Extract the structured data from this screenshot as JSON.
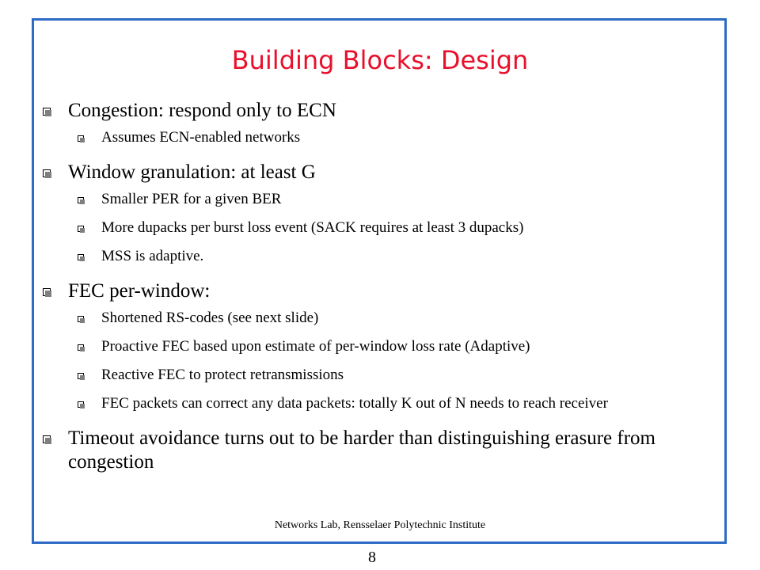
{
  "slide": {
    "title": "Building Blocks: Design",
    "bullets": [
      {
        "text": "Congestion: respond only to ECN",
        "subs": [
          "Assumes ECN-enabled networks"
        ]
      },
      {
        "text": "Window granulation: at least G",
        "subs": [
          "Smaller PER for a given BER",
          "More dupacks per burst loss event (SACK requires at least 3 dupacks)",
          "MSS is adaptive."
        ]
      },
      {
        "text": "FEC per-window:",
        "subs": [
          "Shortened RS-codes (see next slide)",
          "Proactive FEC based upon estimate of per-window loss rate (Adaptive)",
          "Reactive FEC to protect retransmissions",
          "FEC packets can correct any data packets: totally K out of N needs to reach receiver"
        ]
      },
      {
        "text": "Timeout avoidance turns out to be harder than distinguishing erasure from congestion",
        "subs": []
      }
    ],
    "footer": "Networks Lab, Rensselaer Polytechnic Institute",
    "page_number": "8"
  },
  "colors": {
    "title": "#e8102b",
    "border": "#2e6bc4"
  }
}
